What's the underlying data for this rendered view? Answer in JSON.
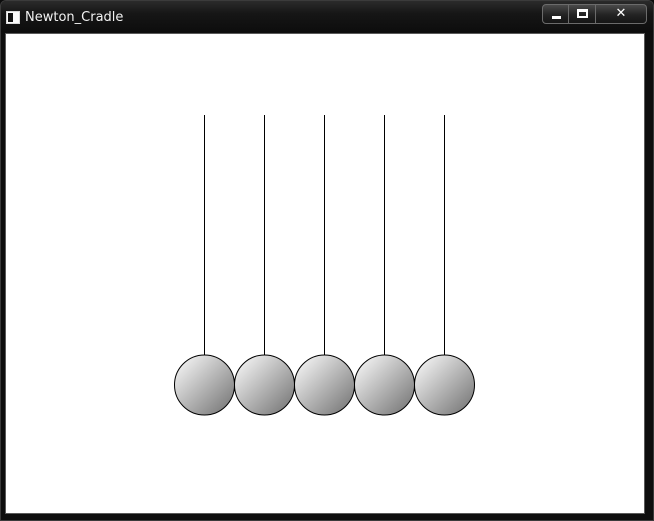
{
  "window": {
    "title": "Newton_Cradle"
  },
  "titlebar_buttons": [
    "minimize",
    "maximize",
    "close"
  ],
  "icons": {
    "app": "app-window-icon",
    "minimize": "minimize-icon",
    "maximize": "maximize-icon",
    "close": "close-icon"
  },
  "cradle": {
    "ball_count": 5,
    "colors": {
      "string": "#000000",
      "ball_light": "#ffffff",
      "ball_dark": "#6e6e6e",
      "ball_outline": "#000000",
      "background": "#ffffff"
    }
  }
}
